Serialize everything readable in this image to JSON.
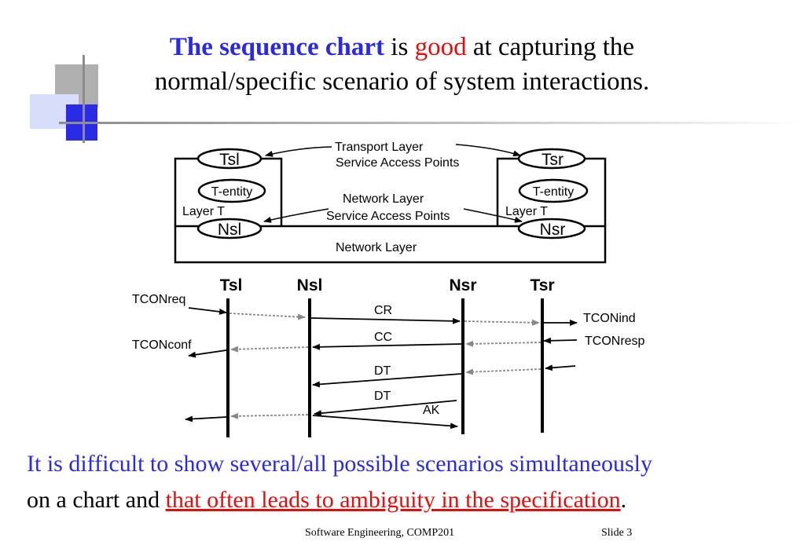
{
  "title": {
    "part1": "The sequence chart",
    "part2": " is ",
    "part3": "good",
    "part4": " at capturing the",
    "line2": "normal/specific scenario of system interactions."
  },
  "diagram": {
    "transport_sap_line1": "Transport Layer",
    "transport_sap_line2": "Service Access Points",
    "network_sap_line1": "Network Layer",
    "network_sap_line2": "Service Access Points",
    "network_layer": "Network Layer",
    "tsl": "Tsl",
    "tsr": "Tsr",
    "nsl": "Nsl",
    "nsr": "Nsr",
    "t_entity_left": "T-entity",
    "t_entity_right": "T-entity",
    "layer_t_left": "Layer T",
    "layer_t_right": "Layer T"
  },
  "sequence": {
    "lifelines": [
      "Tsl",
      "Nsl",
      "Nsr",
      "Tsr"
    ],
    "messages": {
      "tconreq": "TCONreq",
      "tconconf": "TCONconf",
      "tconind": "TCONind",
      "tconresp": "TCONresp",
      "cr": "CR",
      "cc": "CC",
      "dt1": "DT",
      "dt2": "DT",
      "ak": "AK"
    }
  },
  "bottom": {
    "line1": "It is difficult to show several/all possible scenarios simultaneously",
    "line2_plain": "on a chart and ",
    "line2_link": "that often leads to ambiguity in the specification",
    "line2_end": "."
  },
  "footer": {
    "course": "Software Engineering, COMP201",
    "slide": "Slide  3"
  }
}
